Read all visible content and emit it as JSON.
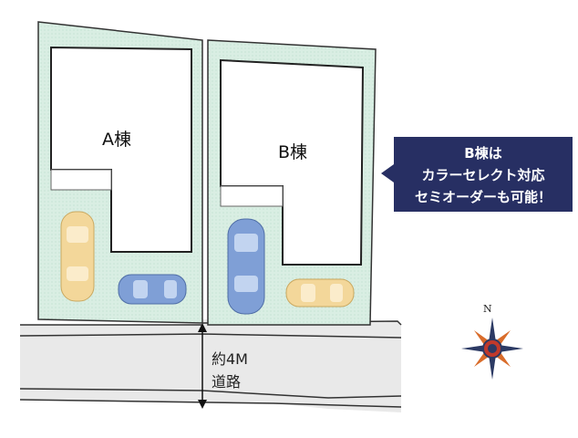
{
  "lots": {
    "a": {
      "building_label": "A棟"
    },
    "b": {
      "building_label": "B棟"
    }
  },
  "road": {
    "width_label": "約4M",
    "name_label": "道路"
  },
  "callout": {
    "line1": "B棟は",
    "line2": "カラーセレクト対応",
    "line3": "セミオーダーも可能！"
  },
  "compass": {
    "north_label": "N"
  },
  "colors": {
    "lot_fill": "#d9eee3",
    "road_fill": "#e9e9e9",
    "callout_bg": "#272f63",
    "car_yellow": "#f3d79a",
    "car_blue": "#7f9fd6"
  }
}
